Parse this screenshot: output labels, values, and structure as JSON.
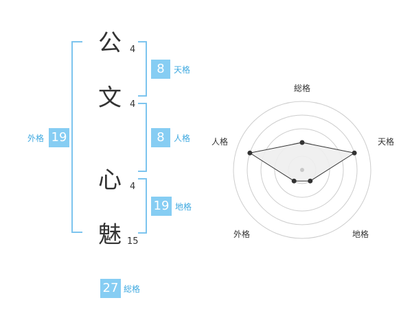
{
  "name_chars": [
    {
      "char": "公",
      "strokes": "4"
    },
    {
      "char": "文",
      "strokes": "4"
    },
    {
      "char": "心",
      "strokes": "4"
    },
    {
      "char": "魅",
      "strokes": "15"
    }
  ],
  "fortunes": {
    "tenkaku": {
      "label": "天格",
      "value": "8"
    },
    "jinkaku": {
      "label": "人格",
      "value": "8"
    },
    "chikaku": {
      "label": "地格",
      "value": "19"
    },
    "gaikaku": {
      "label": "外格",
      "value": "19"
    },
    "soukaku": {
      "label": "総格",
      "value": "27"
    }
  },
  "radar": {
    "axes": [
      "総格",
      "天格",
      "地格",
      "外格",
      "人格"
    ],
    "values": [
      2,
      4,
      1,
      1,
      4
    ],
    "max": 5,
    "rings": 5,
    "colors": {
      "ring": "#cccccc",
      "fill": "#eeeeee",
      "line": "#333333",
      "point": "#333333",
      "center": "#c8c8c8"
    }
  }
}
